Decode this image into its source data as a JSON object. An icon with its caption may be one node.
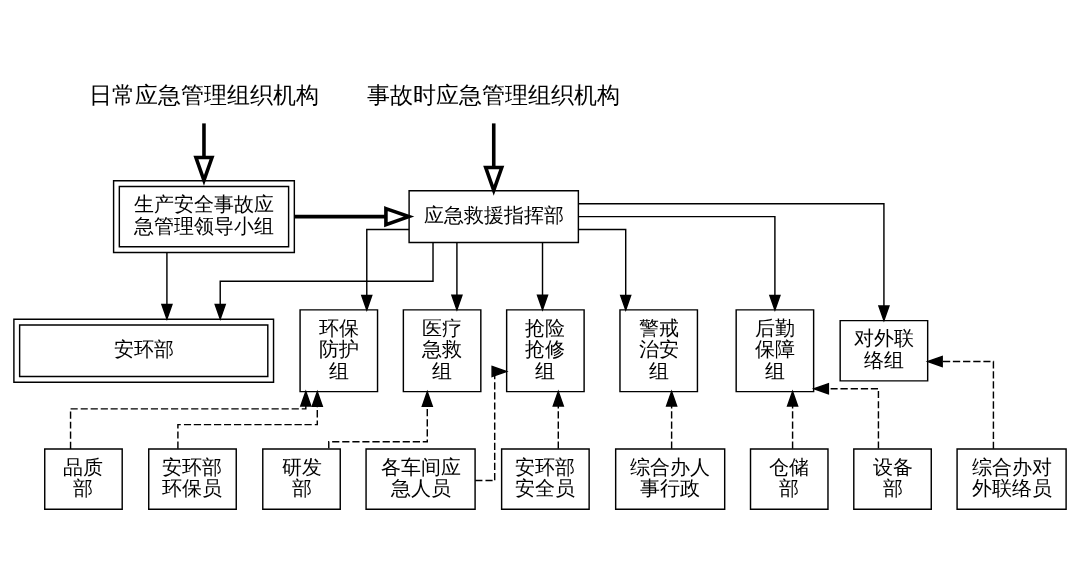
{
  "diagram": {
    "nodes": [
      {
        "text": [
          "日常应急管理组织机构"
        ]
      },
      {
        "text": [
          "事故时应急管理组织机构"
        ]
      },
      {
        "text": [
          "生产安全事故应急管理领导小组"
        ]
      },
      {
        "text": [
          "应急救援指挥部"
        ]
      },
      {
        "text": [
          "安环部"
        ]
      },
      {
        "text": [
          "环保防护组"
        ]
      },
      {
        "text": [
          "医疗急救组"
        ]
      },
      {
        "text": [
          "抢险抢修组"
        ]
      },
      {
        "text": [
          "警戒治安组"
        ]
      },
      {
        "text": [
          "后勤保障组"
        ]
      },
      {
        "text": [
          "对外联络组"
        ]
      },
      {
        "text": [
          "品质部"
        ]
      },
      {
        "text": [
          "安环部环保员"
        ]
      },
      {
        "text": [
          "研发部"
        ]
      },
      {
        "text": [
          "各车间应急人员"
        ]
      },
      {
        "text": [
          "安环部安全员"
        ]
      },
      {
        "text": [
          "综合办人事行政"
        ]
      },
      {
        "text": [
          "仓储部"
        ]
      },
      {
        "text": [
          "设备部"
        ]
      },
      {
        "text": [
          "综合办对外联络员"
        ]
      }
    ],
    "edges": [
      {
        "from": 0,
        "to": 2,
        "arrow": "to",
        "style": "thick"
      },
      {
        "from": 1,
        "to": 3,
        "arrow": "to",
        "style": "thick"
      },
      {
        "from": 2,
        "to": 3,
        "arrow": "to",
        "style": "thick"
      },
      {
        "from": 2,
        "to": 4,
        "arrow": "to"
      },
      {
        "from": 3,
        "to": 4,
        "arrow": "to"
      },
      {
        "from": 3,
        "to": 5,
        "arrow": "to"
      },
      {
        "from": 3,
        "to": 6,
        "arrow": "to"
      },
      {
        "from": 3,
        "to": 7,
        "arrow": "to"
      },
      {
        "from": 3,
        "to": 8,
        "arrow": "to"
      },
      {
        "from": 3,
        "to": 9,
        "arrow": "to"
      },
      {
        "from": 3,
        "to": 10,
        "arrow": "to"
      },
      {
        "from": 11,
        "to": 5,
        "arrow": "to",
        "style": "dashed"
      },
      {
        "from": 12,
        "to": 5,
        "arrow": "to",
        "style": "dashed"
      },
      {
        "from": 13,
        "to": 6,
        "arrow": "to",
        "style": "dashed"
      },
      {
        "from": 14,
        "to": 7,
        "arrow": "to",
        "style": "dashed"
      },
      {
        "from": 15,
        "to": 7,
        "arrow": "to",
        "style": "dashed"
      },
      {
        "from": 16,
        "to": 8,
        "arrow": "to",
        "style": "dashed"
      },
      {
        "from": 17,
        "to": 9,
        "arrow": "to",
        "style": "dashed"
      },
      {
        "from": 18,
        "to": 9,
        "arrow": "to",
        "style": "dashed"
      },
      {
        "from": 19,
        "to": 10,
        "arrow": "to",
        "style": "dashed"
      }
    ]
  }
}
